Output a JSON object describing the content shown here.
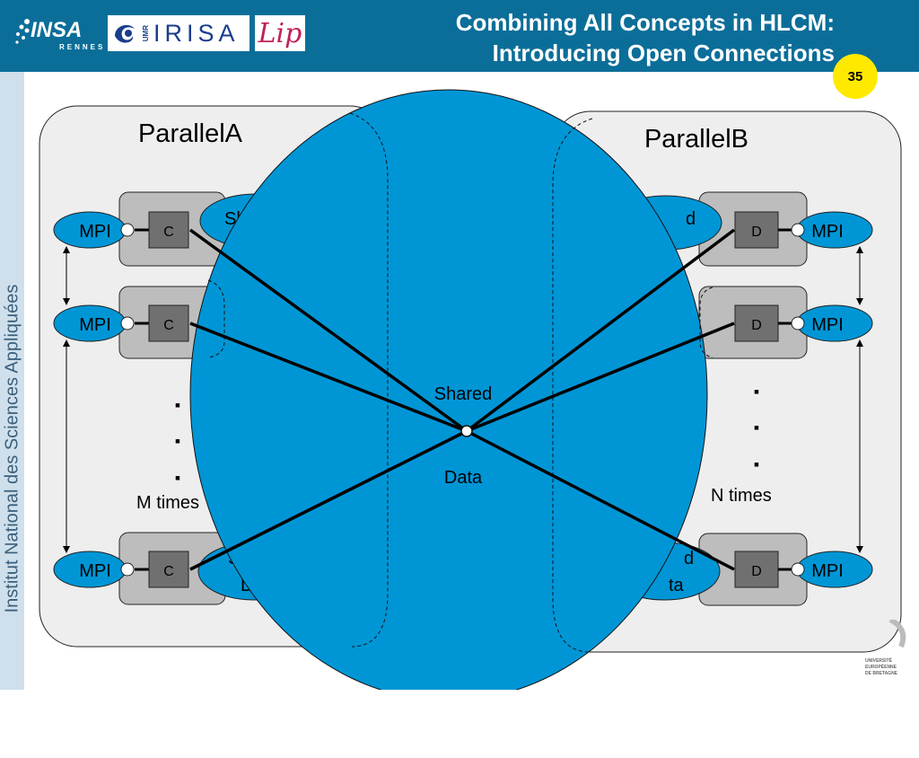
{
  "header": {
    "title_line1": "Combining All Concepts in HLCM:",
    "title_line2": "Introducing Open Connections",
    "page_number": "35",
    "logo_insa": "INSA",
    "logo_insa_sub": "RENNES",
    "logo_irisa_umr": "UMR",
    "logo_irisa": "IRISA",
    "logo_lip": "Lip"
  },
  "sidebar": {
    "institution": "Institut National des Sciences Appliquées"
  },
  "footer": {
    "ueb_text": [
      "UNIVERSITÉ",
      "EUROPÉENNE",
      "DE BRETAGNE"
    ]
  },
  "diagram": {
    "parallel_a": {
      "title": "ParallelA",
      "component": "C",
      "port": "MPI",
      "shared_top": "Sh",
      "shared_bottom_1": "S",
      "shared_bottom_2": "Da",
      "dots": [
        "▪",
        "▪",
        "▪"
      ],
      "repeat_label": "M times"
    },
    "parallel_b": {
      "title": "ParallelB",
      "component": "D",
      "port": "MPI",
      "shared_top": "d",
      "shared_bottom_1": "d",
      "shared_bottom_2": "ta",
      "dots": [
        "▪",
        "▪",
        "▪"
      ],
      "repeat_label": "N times"
    },
    "shared_data": {
      "line1": "Shared",
      "line2": "Data"
    },
    "colors": {
      "header": "#0b6e99",
      "port_fill": "#0096d6",
      "big_ellipse": "#0096d6",
      "panel": "#eeeeee",
      "component_frame": "#bdbdbd",
      "component_box": "#707070",
      "page_badge": "#ffe900"
    }
  }
}
